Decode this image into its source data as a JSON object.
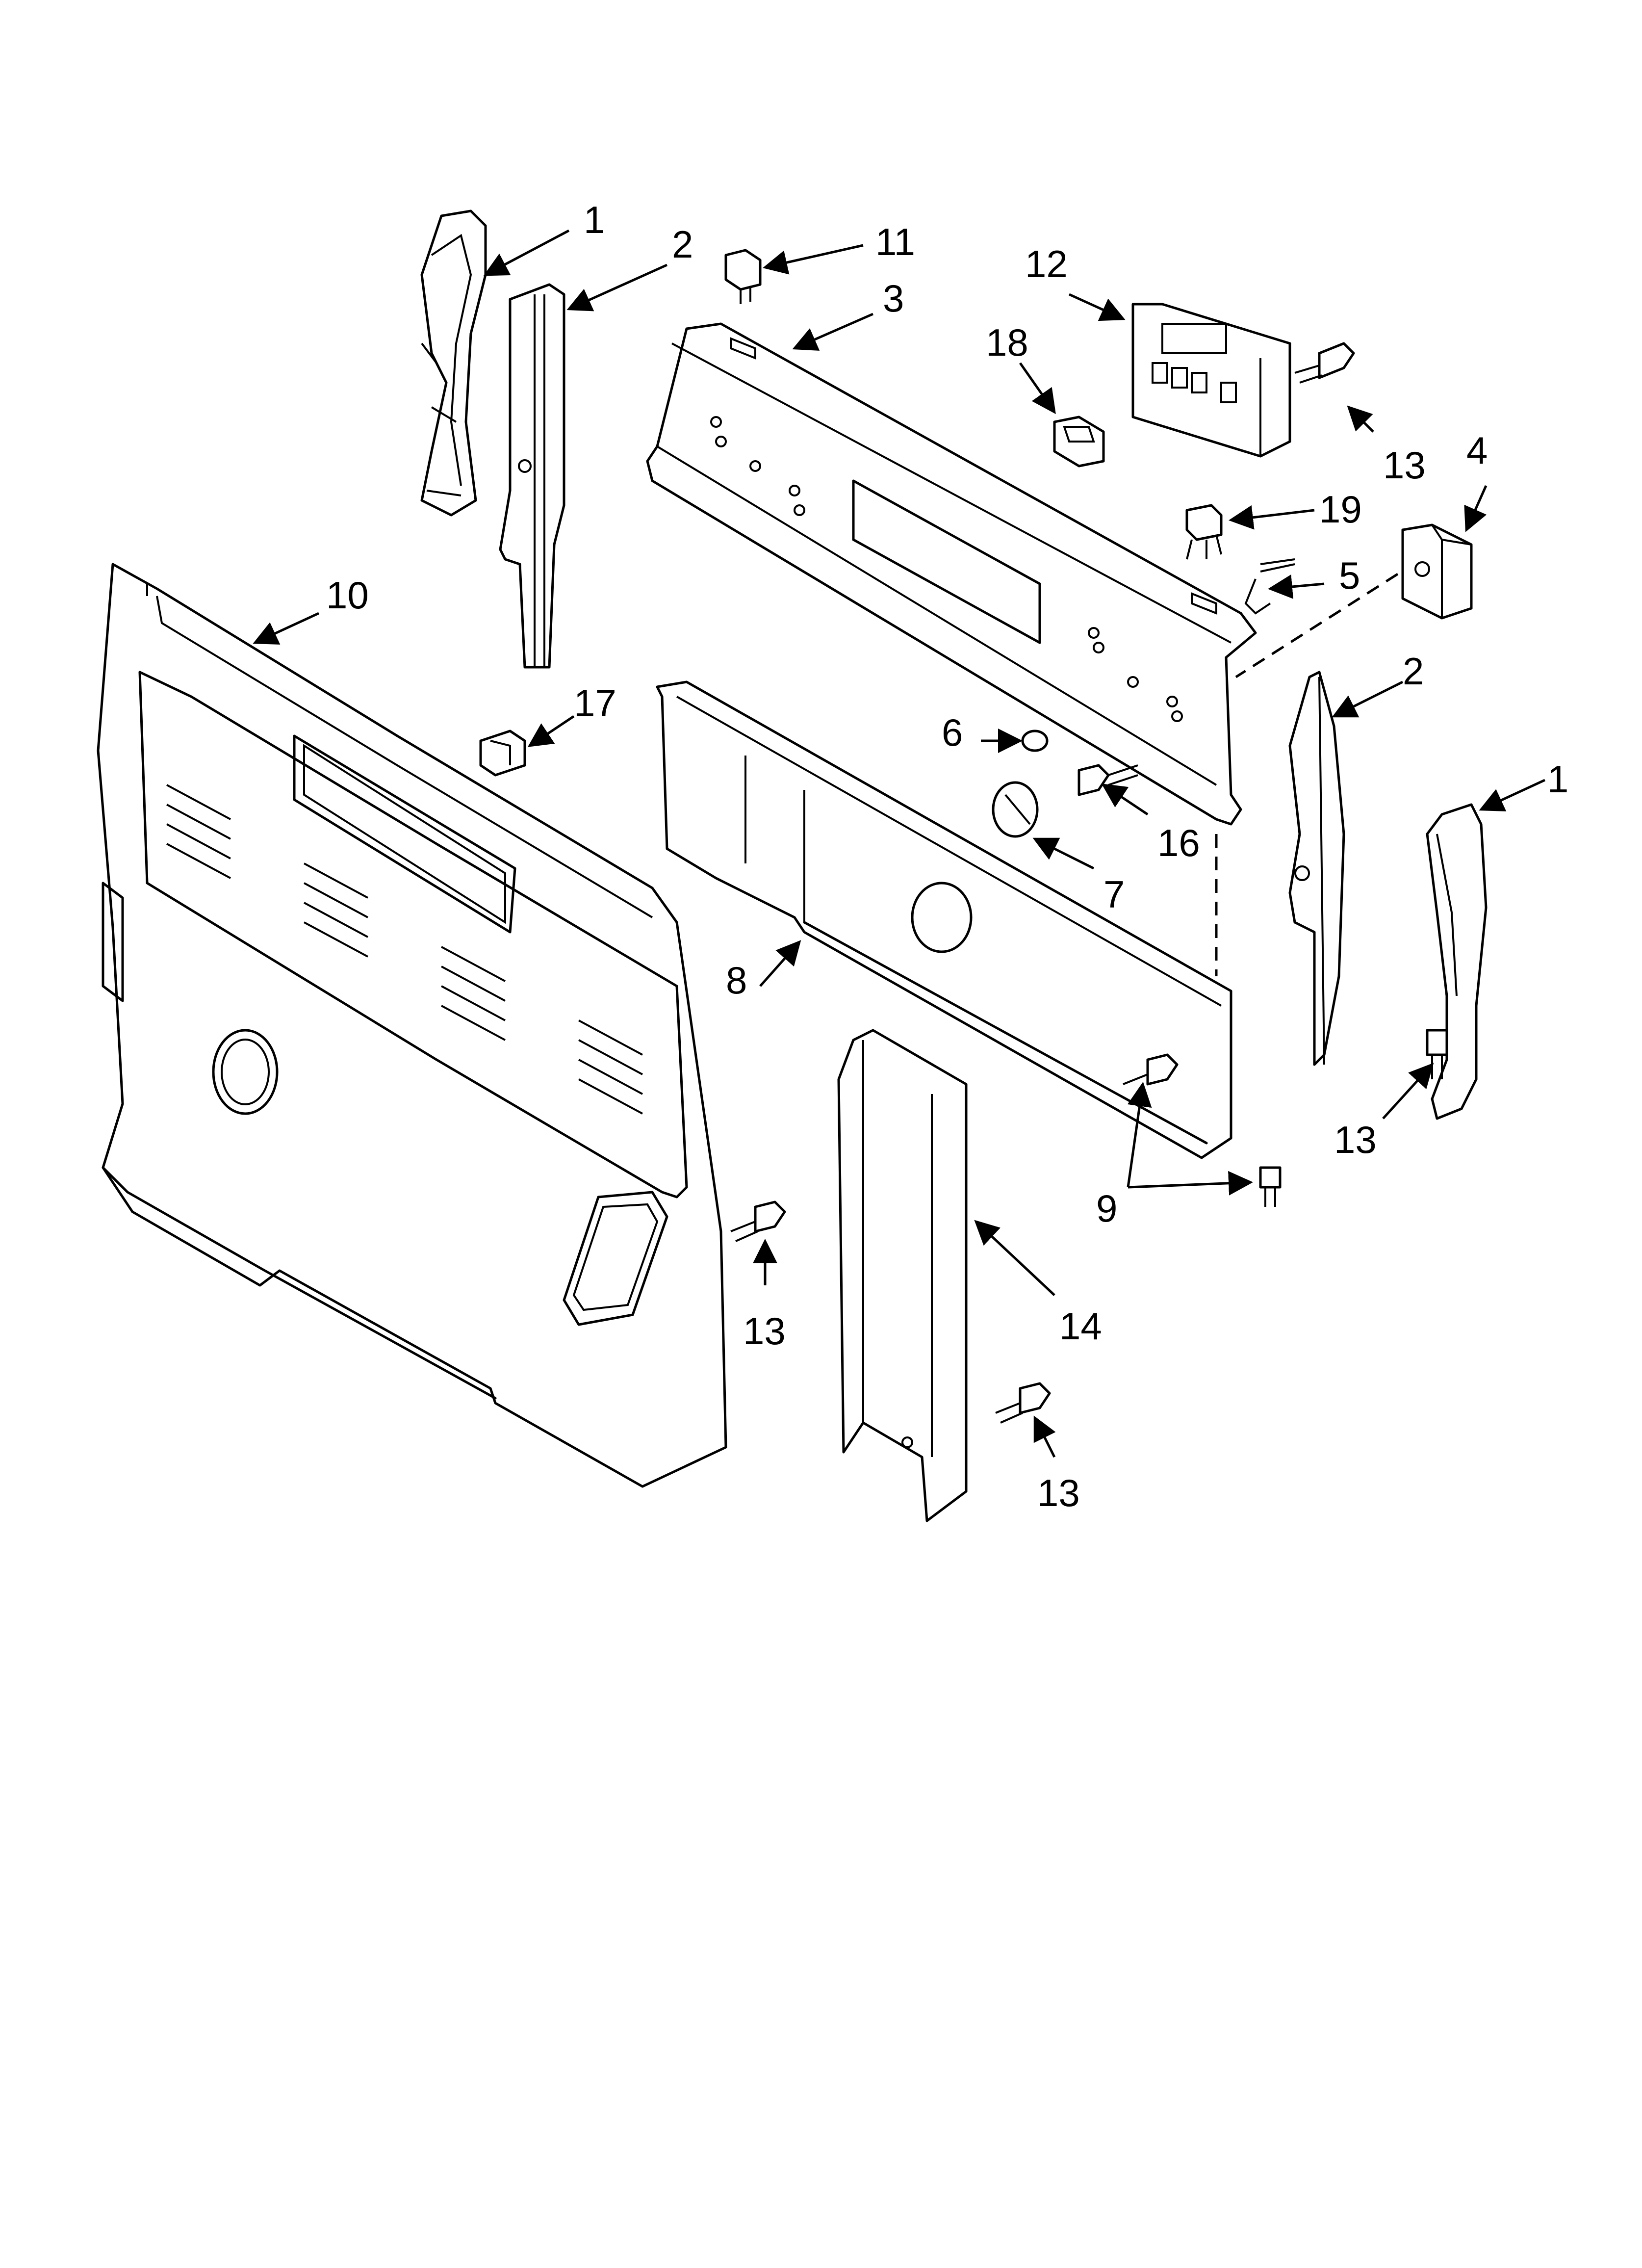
{
  "callouts": [
    {
      "id": "c1a",
      "label": "1"
    },
    {
      "id": "c2a",
      "label": "2"
    },
    {
      "id": "c11",
      "label": "11"
    },
    {
      "id": "c3",
      "label": "3"
    },
    {
      "id": "c12",
      "label": "12"
    },
    {
      "id": "c18",
      "label": "18"
    },
    {
      "id": "c13a",
      "label": "13"
    },
    {
      "id": "c4",
      "label": "4"
    },
    {
      "id": "c19",
      "label": "19"
    },
    {
      "id": "c5",
      "label": "5"
    },
    {
      "id": "c10",
      "label": "10"
    },
    {
      "id": "c17",
      "label": "17"
    },
    {
      "id": "c6",
      "label": "6"
    },
    {
      "id": "c2b",
      "label": "2"
    },
    {
      "id": "c1b",
      "label": "1"
    },
    {
      "id": "c16",
      "label": "16"
    },
    {
      "id": "c7",
      "label": "7"
    },
    {
      "id": "c8",
      "label": "8"
    },
    {
      "id": "c13b",
      "label": "13"
    },
    {
      "id": "c9",
      "label": "9"
    },
    {
      "id": "c13c",
      "label": "13"
    },
    {
      "id": "c14",
      "label": "14"
    },
    {
      "id": "c13d",
      "label": "13"
    }
  ]
}
